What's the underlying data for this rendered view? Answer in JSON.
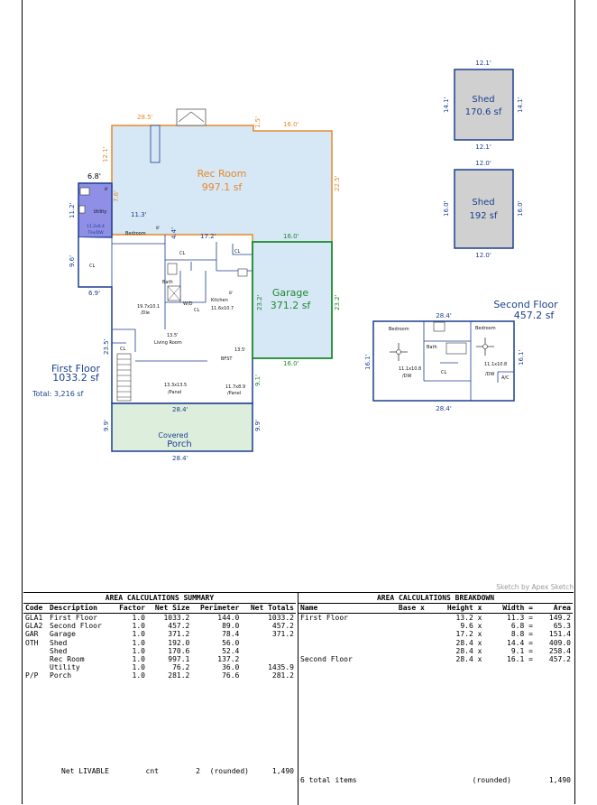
{
  "plan": {
    "first_floor": {
      "label": "First Floor",
      "area": "1033.2 sf",
      "total": "Total: 3,216 sf"
    },
    "rec_room": {
      "label": "Rec Room",
      "area": "997.1 sf"
    },
    "garage": {
      "label": "Garage",
      "area": "371.2 sf"
    },
    "porch": {
      "label1": "Covered",
      "label2": "Porch"
    },
    "utility": {
      "label": "Utility",
      "detail1": "11.2x6.4",
      "detail2": "Tile/DW"
    },
    "rooms": {
      "bedroom": "Bedroom",
      "cl": "CL",
      "bath": "Bath",
      "wd": "W/D",
      "kitchen": "Kitchen",
      "kitchen_dim": "11.6x10.7",
      "den_dim": "19.7x10.1",
      "den": "/Die",
      "living_dim": "13.5'",
      "living": "Living Room",
      "bfst_dim": "13.5'",
      "bfst": "BFST",
      "panel1_dim": "13.3x13.5",
      "panel1": "/Panel",
      "panel2_dim": "11.7x8.9",
      "panel2": "/Panel",
      "eight1": "8'",
      "eight2": "8'",
      "eight3": "8'"
    },
    "dims": {
      "d285": "28.5'",
      "d15": "1.5'",
      "d160a": "16.0'",
      "d121": "12.1'",
      "d225": "22.5'",
      "d68": "6.8'",
      "d112": "11.2'",
      "d76": "7.6'",
      "d113": "11.3'",
      "d44": "4.4'",
      "d172": "17.2'",
      "d160b": "16.0'",
      "d96": "9.6'",
      "d69": "6.9'",
      "d232a": "23.2'",
      "d232b": "23.2'",
      "d160c": "16.0'",
      "d235": "23.5'",
      "d91": "9.1'",
      "d284a": "28.4'",
      "d99a": "9.9'",
      "d99b": "9.9'",
      "d284b": "28.4'"
    },
    "shed1": {
      "label": "Shed",
      "area": "170.6 sf",
      "top": "12.1'",
      "bottom": "12.1'",
      "left": "14.1'",
      "right": "14.1'"
    },
    "shed2": {
      "label": "Shed",
      "area": "192 sf",
      "top": "12.0'",
      "bottom": "12.0'",
      "left": "16.0'",
      "right": "16.0'"
    },
    "second_floor": {
      "label": "Second Floor",
      "area": "457.2 sf",
      "top": "28.4'",
      "bottom": "28.4'",
      "left": "16.1'",
      "right": "16.1'",
      "bedroom1": "Bedroom",
      "bedroom2": "Bedroom",
      "bath": "Bath",
      "cl": "CL",
      "ac": "A/C",
      "b1dim": "11.1x10.8",
      "b1note": "/DW",
      "b2dim": "11.1x10.8",
      "b2note": "/DW"
    }
  },
  "credit": "Sketch by Apex Sketch",
  "summary": {
    "title": "AREA CALCULATIONS SUMMARY",
    "headers": [
      "Code",
      "Description",
      "Factor",
      "Net Size",
      "Perimeter",
      "Net Totals"
    ],
    "rows": [
      [
        "GLA1",
        "First Floor",
        "1.0",
        "1033.2",
        "144.0",
        "1033.2"
      ],
      [
        "GLA2",
        "Second Floor",
        "1.0",
        "457.2",
        "89.0",
        "457.2"
      ],
      [
        "GAR",
        "Garage",
        "1.0",
        "371.2",
        "78.4",
        "371.2"
      ],
      [
        "OTH",
        "Shed",
        "1.0",
        "192.0",
        "56.0",
        ""
      ],
      [
        "",
        "Shed",
        "1.0",
        "170.6",
        "52.4",
        ""
      ],
      [
        "",
        "Rec Room",
        "1.0",
        "997.1",
        "137.2",
        ""
      ],
      [
        "",
        "Utility",
        "1.0",
        "76.2",
        "36.0",
        "1435.9"
      ],
      [
        "P/P",
        "Porch",
        "1.0",
        "281.2",
        "76.6",
        "281.2"
      ]
    ],
    "livable": {
      "label": "Net LIVABLE",
      "unit": "cnt",
      "count": "2",
      "rounded": "(rounded)",
      "value": "1,490"
    }
  },
  "breakdown": {
    "title": "AREA CALCULATIONS BREAKDOWN",
    "headers": [
      "Name",
      "Base x",
      "Height x",
      "Width =",
      "Area"
    ],
    "rows": [
      [
        "First Floor",
        "",
        "13.2 x",
        "11.3 =",
        "149.2"
      ],
      [
        "",
        "",
        "9.6 x",
        "6.8 =",
        "65.3"
      ],
      [
        "",
        "",
        "17.2 x",
        "8.8 =",
        "151.4"
      ],
      [
        "",
        "",
        "28.4 x",
        "14.4 =",
        "409.0"
      ],
      [
        "",
        "",
        "28.4 x",
        "9.1 =",
        "258.4"
      ],
      [
        "Second Floor",
        "",
        "28.4 x",
        "16.1 =",
        "457.2"
      ]
    ],
    "total_items": "6 total items",
    "rounded": "(rounded)",
    "total": "1,490"
  }
}
